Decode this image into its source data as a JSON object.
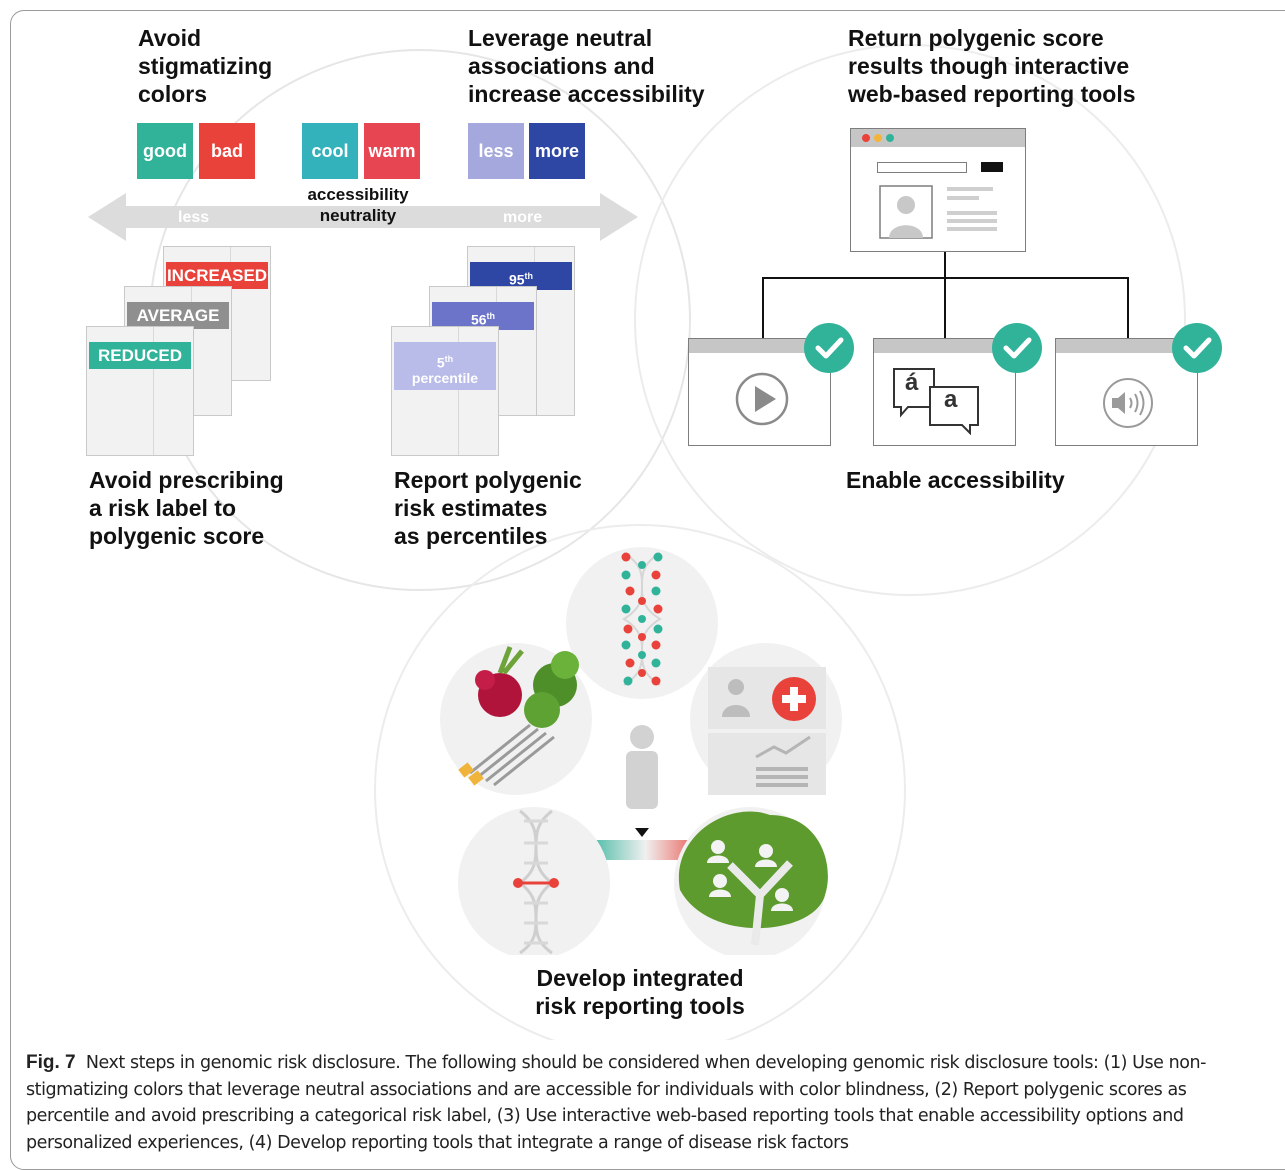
{
  "headings": {
    "avoid_colors": "Avoid\nstigmatizing\ncolors",
    "leverage": "Leverage neutral\nassociations and\nincrease accessibility",
    "return_results": "Return polygenic score\nresults though interactive\nweb-based reporting tools",
    "avoid_label": "Avoid prescribing\na risk label to\npolygenic score",
    "report_percentiles": "Report polygenic\nrisk estimates\nas percentiles",
    "enable_accessibility": "Enable accessibility",
    "develop_tools": "Develop integrated\nrisk reporting tools"
  },
  "swatches": [
    {
      "label": "good",
      "color": "#31b39a"
    },
    {
      "label": "bad",
      "color": "#e8423a"
    },
    {
      "label": "cool",
      "color": "#33b2bb"
    },
    {
      "label": "warm",
      "color": "#e84553"
    },
    {
      "label": "less",
      "color": "#a5a8dc"
    },
    {
      "label": "more",
      "color": "#2e46a4"
    }
  ],
  "scale": {
    "middle_label": "accessibility\nneutrality",
    "left_word": "less",
    "right_word": "more"
  },
  "risk_labels": [
    {
      "label": "INCREASED",
      "color": "#e8423a"
    },
    {
      "label": "AVERAGE",
      "color": "#8f8f8f"
    },
    {
      "label": "REDUCED",
      "color": "#31b39a"
    }
  ],
  "percentiles": [
    {
      "number": "95",
      "suffix": "th",
      "word": "",
      "color": "#2e46a4"
    },
    {
      "number": "56",
      "suffix": "th",
      "word": "",
      "color": "#6b74c8"
    },
    {
      "number": "5",
      "suffix": "th",
      "word": "percentile",
      "color": "#b9bbe8"
    }
  ],
  "accessibility_glyphs": {
    "accented": "á",
    "plain": "a"
  },
  "caption": {
    "label": "Fig. 7",
    "text": "Next steps in genomic risk disclosure. The following should be considered when developing genomic risk disclosure tools: (1) Use non-stigmatizing colors that leverage neutral associations and are accessible for individuals with color blindness, (2) Report polygenic scores as percentile and avoid prescribing a categorical risk label, (3) Use interactive web-based reporting tools that enable accessibility options and personalized experiences, (4) Develop reporting tools that integrate a range of disease risk factors"
  },
  "colors": {
    "teal": "#31b39a",
    "red": "#e8423a",
    "navy": "#2e46a4",
    "grey_arrow": "#dcdcdc",
    "green_tree": "#5e9b2e"
  }
}
